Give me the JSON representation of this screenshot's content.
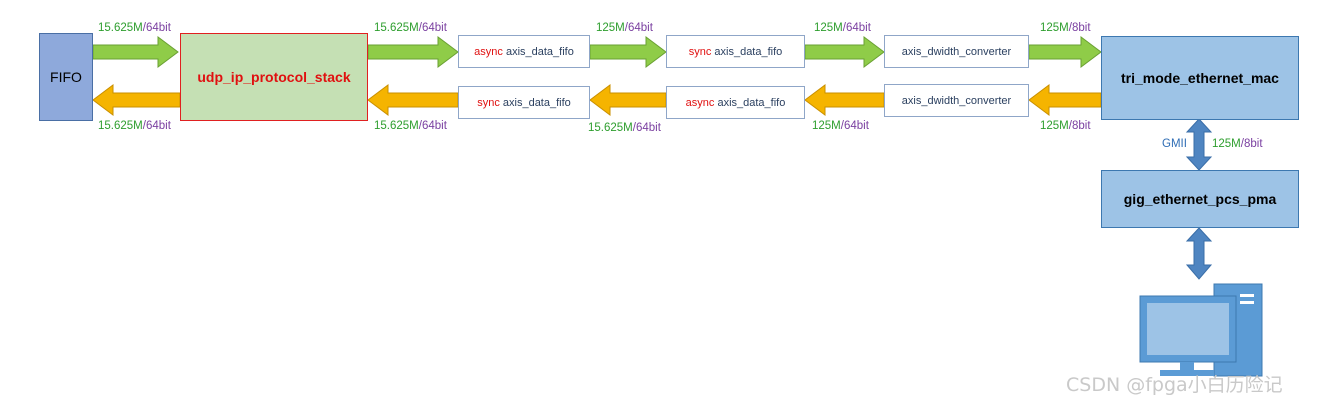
{
  "blocks": {
    "fifo": "FIFO",
    "stack": "udp_ip_protocol_stack",
    "tx_async_word": "async",
    "tx_sync_word": "sync",
    "rx_sync_word": "sync",
    "rx_async_word": "async",
    "fifo_core": "axis_data_fifo",
    "dwidth": "axis_dwidth_converter",
    "mac": "tri_mode_ethernet_mac",
    "pcs": "gig_ethernet_pcs_pma"
  },
  "rates": {
    "r15625": "15.625M",
    "r125": "125M",
    "w64": "64bit",
    "w8": "8bit",
    "sep": "/",
    "gmii": "GMII"
  },
  "watermark": "CSDN @fpga小白历险记",
  "colors": {
    "green_arrow": "#8fcc48",
    "orange_arrow": "#f5b400",
    "link_arrow": "#4f85c1",
    "rate_green": "#2e9e2e",
    "width_purple": "#7a3fa0"
  }
}
